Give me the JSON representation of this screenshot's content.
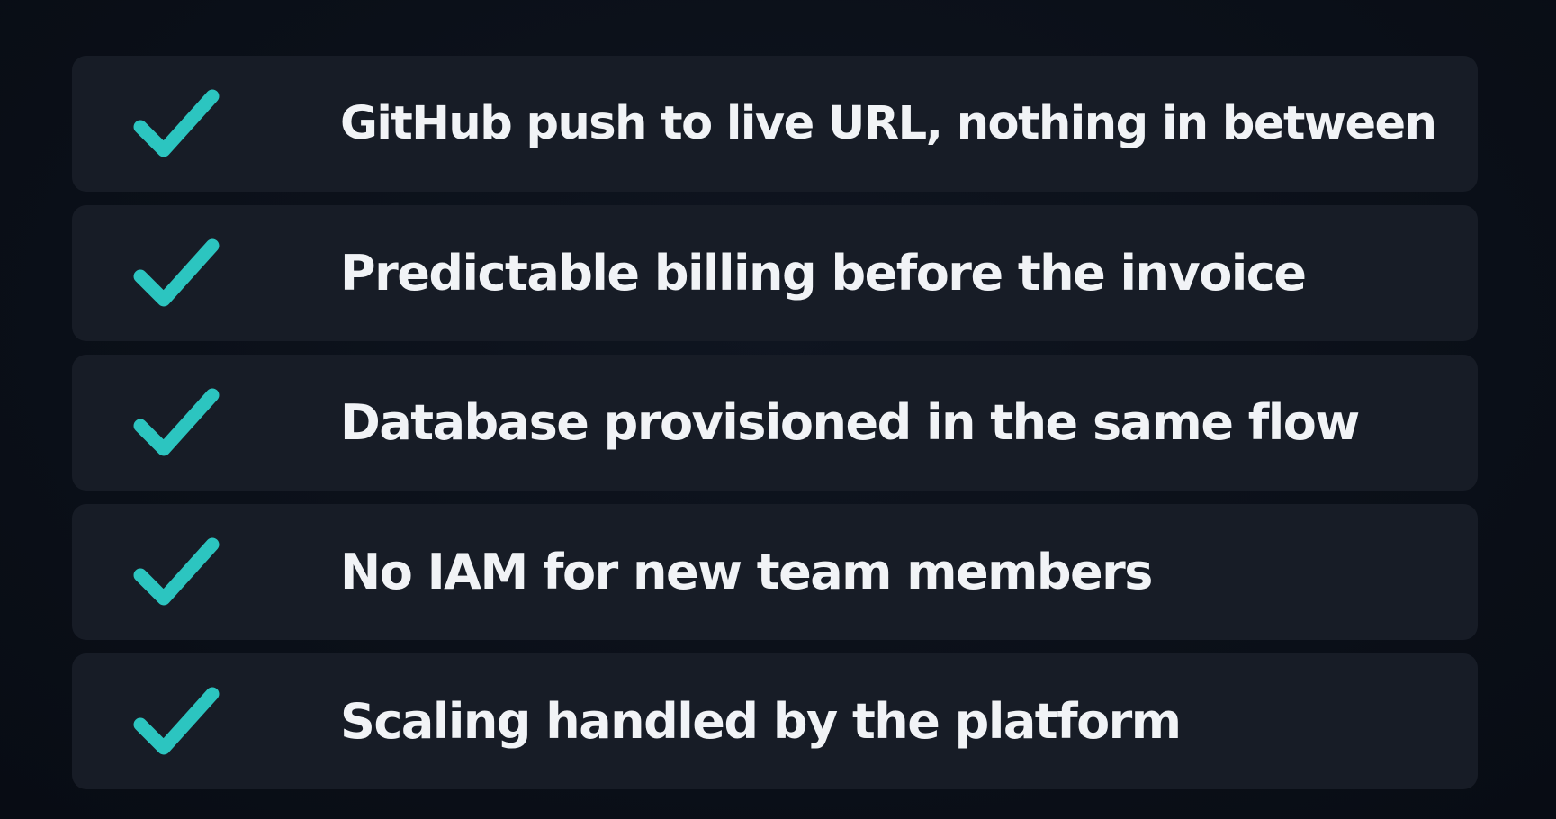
{
  "accent_color": "#2cc5c0",
  "items": [
    {
      "icon": "checkmark-icon",
      "label": "GitHub push to live URL, nothing in between"
    },
    {
      "icon": "checkmark-icon",
      "label": "Predictable billing before the invoice"
    },
    {
      "icon": "checkmark-icon",
      "label": "Database provisioned in the same flow"
    },
    {
      "icon": "checkmark-icon",
      "label": "No IAM for new team members"
    },
    {
      "icon": "checkmark-icon",
      "label": "Scaling handled by the platform"
    }
  ]
}
